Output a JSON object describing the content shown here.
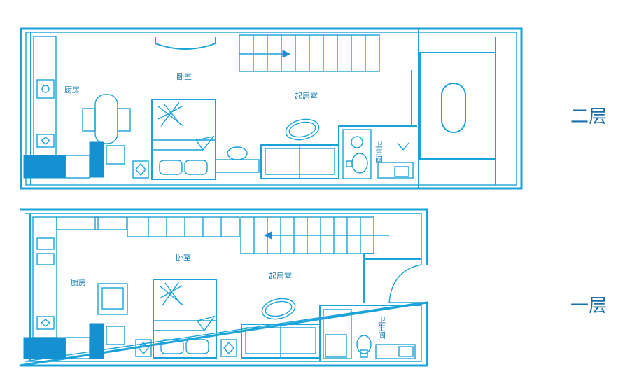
{
  "floors": [
    {
      "label": "二层",
      "rooms": {
        "kitchen": "厨房",
        "bedroom": "卧室",
        "living": "起居室",
        "bathroom": "卫生间"
      }
    },
    {
      "label": "一层",
      "rooms": {
        "kitchen": "厨房",
        "bedroom": "卧室",
        "living": "起居室",
        "bathroom": "卫生间"
      }
    }
  ],
  "colors": {
    "line": "#1aa3d9",
    "fill": "#1591d1",
    "text": "#1a7fb8"
  }
}
